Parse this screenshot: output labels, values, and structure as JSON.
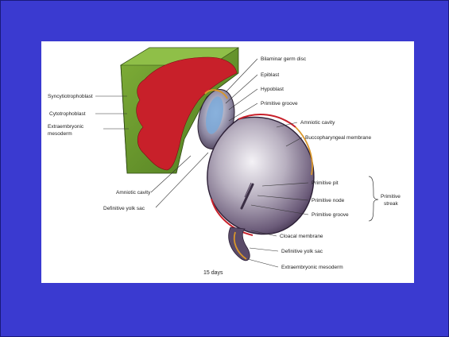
{
  "slide": {
    "background_color": "#3a3ad0",
    "panel_color": "#ffffff"
  },
  "diagram": {
    "labels_left": {
      "syncytiotrophoblast": "Syncytiotrophoblast",
      "cytotrophoblast": "Cytotrophoblast",
      "extraembryonic_mesoderm_1": "Extraembryonic",
      "extraembryonic_mesoderm_2": "mesoderm",
      "amniotic_cavity": "Amniotic cavity",
      "definitive_yolk_sac": "Definitive yolk sac"
    },
    "labels_right": {
      "bilaminar_germ_disc": "Bilaminar germ disc",
      "epiblast": "Epiblast",
      "hypoblast": "Hypoblast",
      "primitive_groove_top": "Primitive groove",
      "amniotic_cavity": "Amniotic cavity",
      "buccopharyngeal_membrane": "Buccopharyngeal membrane",
      "primitive_pit": "Primitive pit",
      "primitive_node": "Primitive node",
      "primitive_groove": "Primitive groove",
      "primitive_streak_1": "Primitive",
      "primitive_streak_2": "streak",
      "cloacal_membrane": "Cloacal membrane",
      "definitive_yolk_sac": "Definitive yolk sac",
      "extraembryonic_mesoderm": "Extraembryonic mesoderm"
    },
    "caption": "15 days",
    "colors": {
      "trophoblast_green": "#6b9a2c",
      "mesoderm_red": "#c8202a",
      "embryo_purple": "#6a5a78",
      "epiblast_blue": "#7aa8d8",
      "yolk_orange": "#d9962a"
    }
  }
}
